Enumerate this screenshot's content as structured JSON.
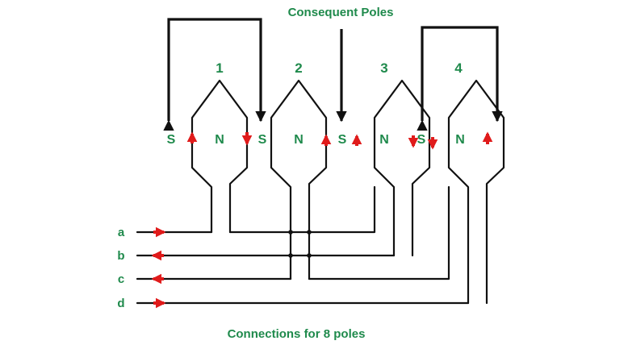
{
  "title": "Consequent Poles",
  "caption": "Connections for 8 poles",
  "coil_numbers": [
    "1",
    "2",
    "3",
    "4"
  ],
  "pole_letters": {
    "north": "N",
    "south": "S"
  },
  "terminals": [
    "a",
    "b",
    "c",
    "d"
  ],
  "colors": {
    "text": "#1f8a4c",
    "wire": "#111111",
    "current_arrow": "#e01b1b"
  }
}
